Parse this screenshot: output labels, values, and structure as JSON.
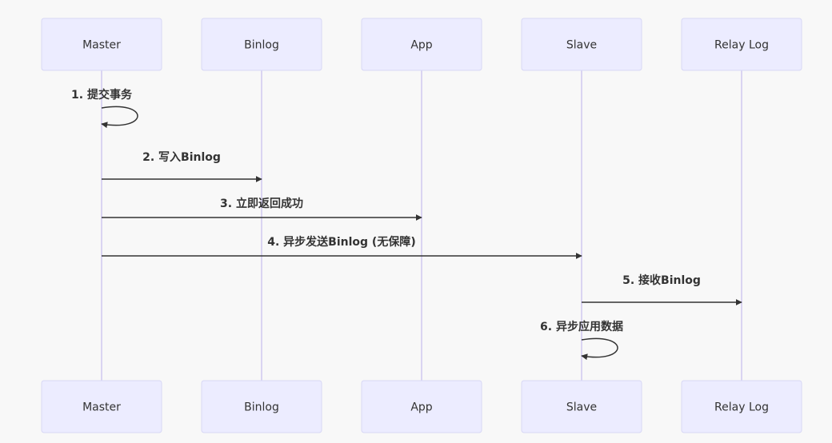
{
  "participants": [
    "Master",
    "Binlog",
    "App",
    "Slave",
    "Relay Log"
  ],
  "messages": [
    {
      "label": "1. 提交事务",
      "from": "Master",
      "to": "Master"
    },
    {
      "label": "2. 写入Binlog",
      "from": "Master",
      "to": "Binlog"
    },
    {
      "label": "3. 立即返回成功",
      "from": "Master",
      "to": "App"
    },
    {
      "label": "4. 异步发送Binlog (无保障)",
      "from": "Master",
      "to": "Slave"
    },
    {
      "label": "5. 接收Binlog",
      "from": "Slave",
      "to": "Relay Log"
    },
    {
      "label": "6. 异步应用数据",
      "from": "Slave",
      "to": "Slave"
    }
  ],
  "colors": {
    "background": "#f8f8f8",
    "actor_fill": "#ececff",
    "actor_border": "#d7d7f5",
    "lifeline": "#cfc8f0",
    "arrow": "#333333",
    "text": "#333333"
  }
}
